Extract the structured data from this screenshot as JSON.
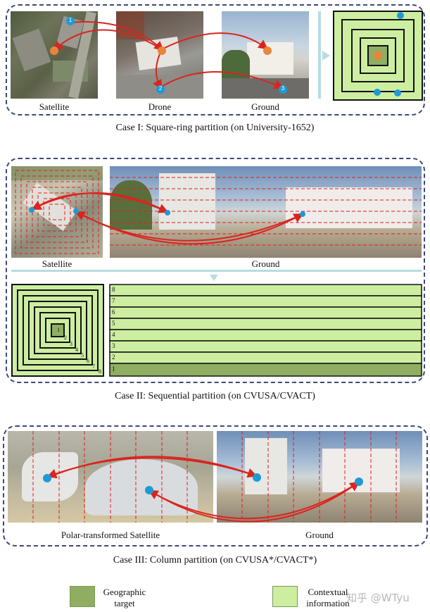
{
  "colors": {
    "box_border": "#3a4a78",
    "target_dark": "#8fae62",
    "context_light": "#cdeea0",
    "accent_arrow": "#d9251f",
    "point_blue": "#1e9ad6",
    "point_orange": "#e8843b",
    "divider": "#b6dde0"
  },
  "case1": {
    "labels": [
      "Satellite",
      "Drone",
      "Ground"
    ],
    "caption": "Case I: Square-ring partition (on University-1652)",
    "markers": [
      "1",
      "2",
      "3"
    ]
  },
  "case2": {
    "labels": [
      "Satellite",
      "Ground"
    ],
    "caption": "Case II: Sequential partition (on CVUSA/CVACT)",
    "ring_numbers": [
      "1",
      "2",
      "3",
      "4",
      "5",
      "6",
      "7",
      "8"
    ],
    "strip_numbers": [
      "8",
      "7",
      "6",
      "5",
      "4",
      "3",
      "2",
      "1"
    ]
  },
  "case3": {
    "labels": [
      "Polar-transformed Satellite",
      "Ground"
    ],
    "caption": "Case III: Column partition (on CVUSA*/CVACT*)"
  },
  "legend": {
    "target_line1": "Geographic",
    "target_line2": "target",
    "context_line1": "Contextual",
    "context_line2": "information"
  },
  "watermark": "知乎 @WTyu"
}
